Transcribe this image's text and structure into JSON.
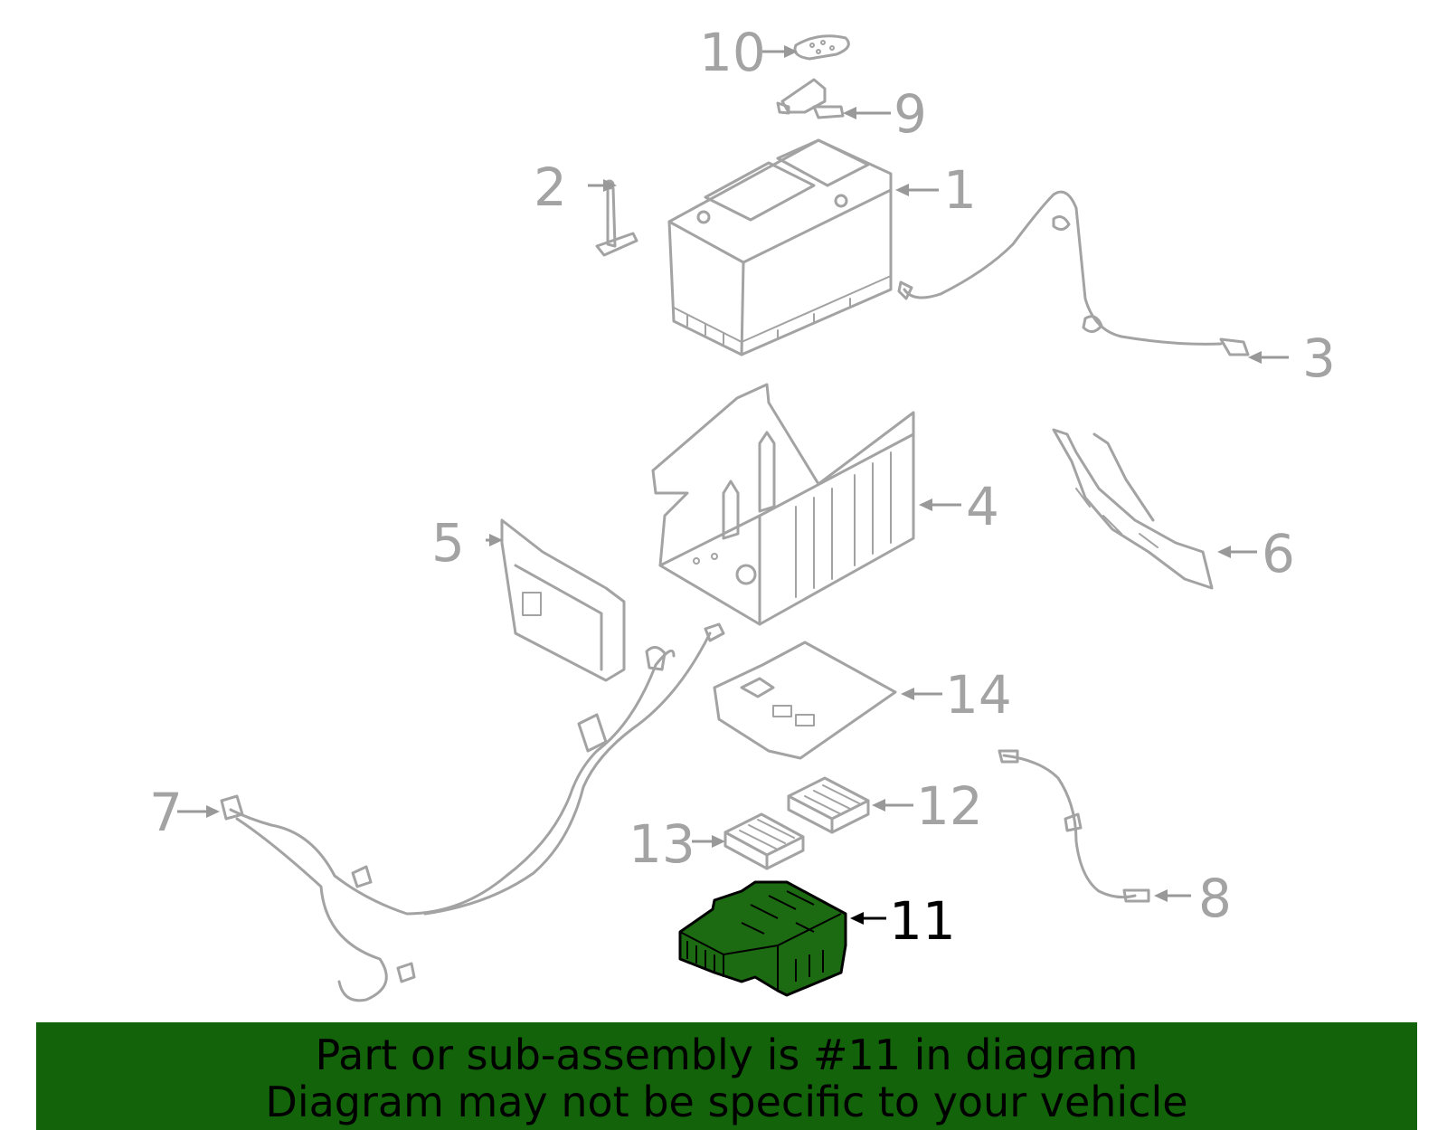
{
  "callouts": {
    "c1": "1",
    "c2": "2",
    "c3": "3",
    "c4": "4",
    "c5": "5",
    "c6": "6",
    "c7": "7",
    "c8": "8",
    "c9": "9",
    "c10": "10",
    "c11": "11",
    "c12": "12",
    "c13": "13",
    "c14": "14"
  },
  "highlighted_part": "11",
  "colors": {
    "highlight_fill": "#1c6b12",
    "banner_background": "#13630b",
    "line_art": "#a3a3a3"
  },
  "banner": {
    "line1": "Part or sub-assembly is #11 in diagram",
    "line2": "Diagram may not be specific to your vehicle"
  }
}
